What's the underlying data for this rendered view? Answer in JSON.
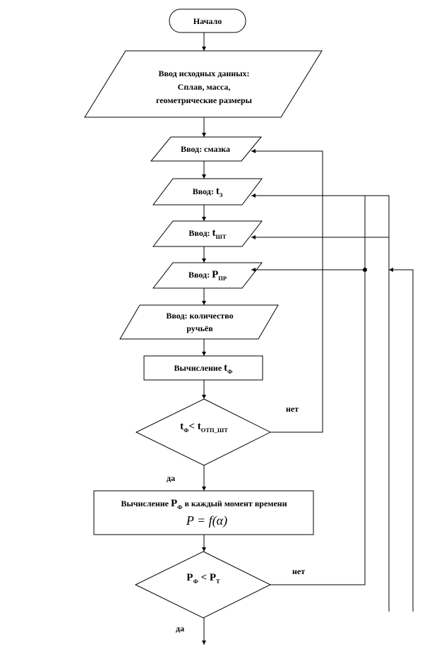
{
  "start": {
    "text": "Начало"
  },
  "input_data": {
    "line1": "Ввод исходных данных:",
    "line2": "Сплав, масса,",
    "line3": "геометрические размеры"
  },
  "input_lube": {
    "text": "Ввод: смазка"
  },
  "input_tz": {
    "prefix": "Ввод: ",
    "var": "t",
    "sub": "З"
  },
  "input_tsht": {
    "prefix": "Ввод: ",
    "var": "t",
    "sub": "ШТ"
  },
  "input_ppr": {
    "prefix": "Ввод: ",
    "var": "P",
    "sub": "ПР"
  },
  "input_streams": {
    "line1": "Ввод: количество",
    "line2": "ручьёв"
  },
  "calc_tf": {
    "prefix": "Вычисление ",
    "var": "t",
    "sub": "Ф"
  },
  "decision1": {
    "var1": "t",
    "sub1": "Ф",
    "op": "< ",
    "var2": "t",
    "sub2": "ОТП_ШТ"
  },
  "decision1_no": "нет",
  "decision1_yes": "да",
  "calc_pf": {
    "prefix": "Вычисление ",
    "var": "P",
    "sub": "Ф",
    "suffix": " в каждый момент времени",
    "formula": "P = f(α)"
  },
  "decision2": {
    "var1": "P",
    "sub1": "Ф",
    "op": " < ",
    "var2": "P",
    "sub2": "Т"
  },
  "decision2_no": "нет",
  "decision2_yes": "да"
}
